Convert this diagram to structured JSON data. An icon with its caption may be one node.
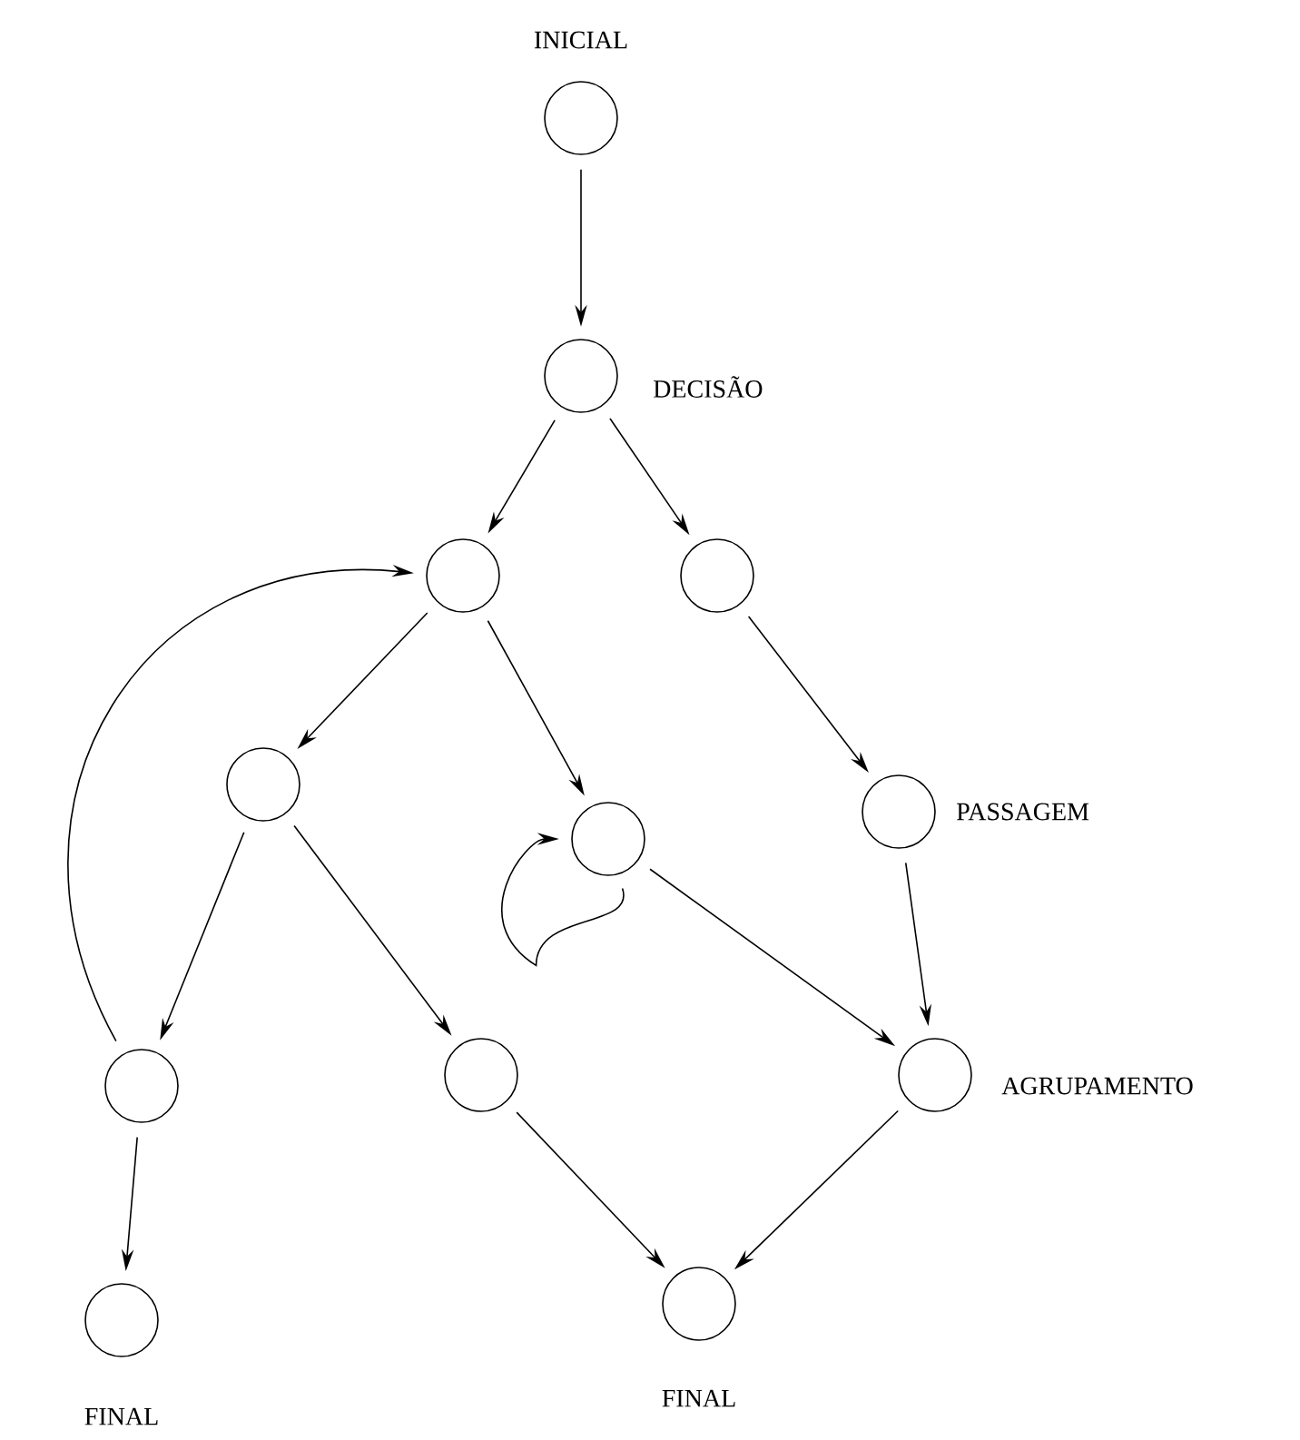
{
  "diagram": {
    "nodes": [
      {
        "text": [],
        "shape": "circle",
        "beside": [
          "INICIAL"
        ]
      },
      {
        "text": [],
        "shape": "circle",
        "beside": [
          "DECISÃO"
        ]
      },
      {
        "text": [],
        "shape": "circle"
      },
      {
        "text": [],
        "shape": "circle"
      },
      {
        "text": [],
        "shape": "circle"
      },
      {
        "text": [],
        "shape": "circle"
      },
      {
        "text": [],
        "shape": "circle",
        "beside": [
          "PASSAGEM"
        ]
      },
      {
        "text": [],
        "shape": "circle"
      },
      {
        "text": [],
        "shape": "circle"
      },
      {
        "text": [],
        "shape": "circle",
        "beside": [
          "AGRUPAMENTO"
        ]
      },
      {
        "text": [],
        "shape": "circle",
        "beside": [
          "FINAL"
        ]
      },
      {
        "text": [],
        "shape": "circle",
        "beside": [
          "FINAL"
        ]
      }
    ],
    "edges": [
      {
        "from": 0,
        "to": 1,
        "arrow": "to"
      },
      {
        "from": 1,
        "to": 2,
        "arrow": "to"
      },
      {
        "from": 1,
        "to": 3,
        "arrow": "to"
      },
      {
        "from": 7,
        "to": 2,
        "arrow": "to"
      },
      {
        "from": 2,
        "to": 4,
        "arrow": "to"
      },
      {
        "from": 2,
        "to": 5,
        "arrow": "to"
      },
      {
        "from": 3,
        "to": 6,
        "arrow": "to"
      },
      {
        "from": 4,
        "to": 7,
        "arrow": "to"
      },
      {
        "from": 4,
        "to": 8,
        "arrow": "to"
      },
      {
        "from": 5,
        "to": 5,
        "arrow": "to"
      },
      {
        "from": 5,
        "to": 9,
        "arrow": "to"
      },
      {
        "from": 6,
        "to": 9,
        "arrow": "to"
      },
      {
        "from": 7,
        "to": 10,
        "arrow": "to"
      },
      {
        "from": 8,
        "to": 11,
        "arrow": "to"
      },
      {
        "from": 9,
        "to": 11,
        "arrow": "to"
      }
    ]
  }
}
